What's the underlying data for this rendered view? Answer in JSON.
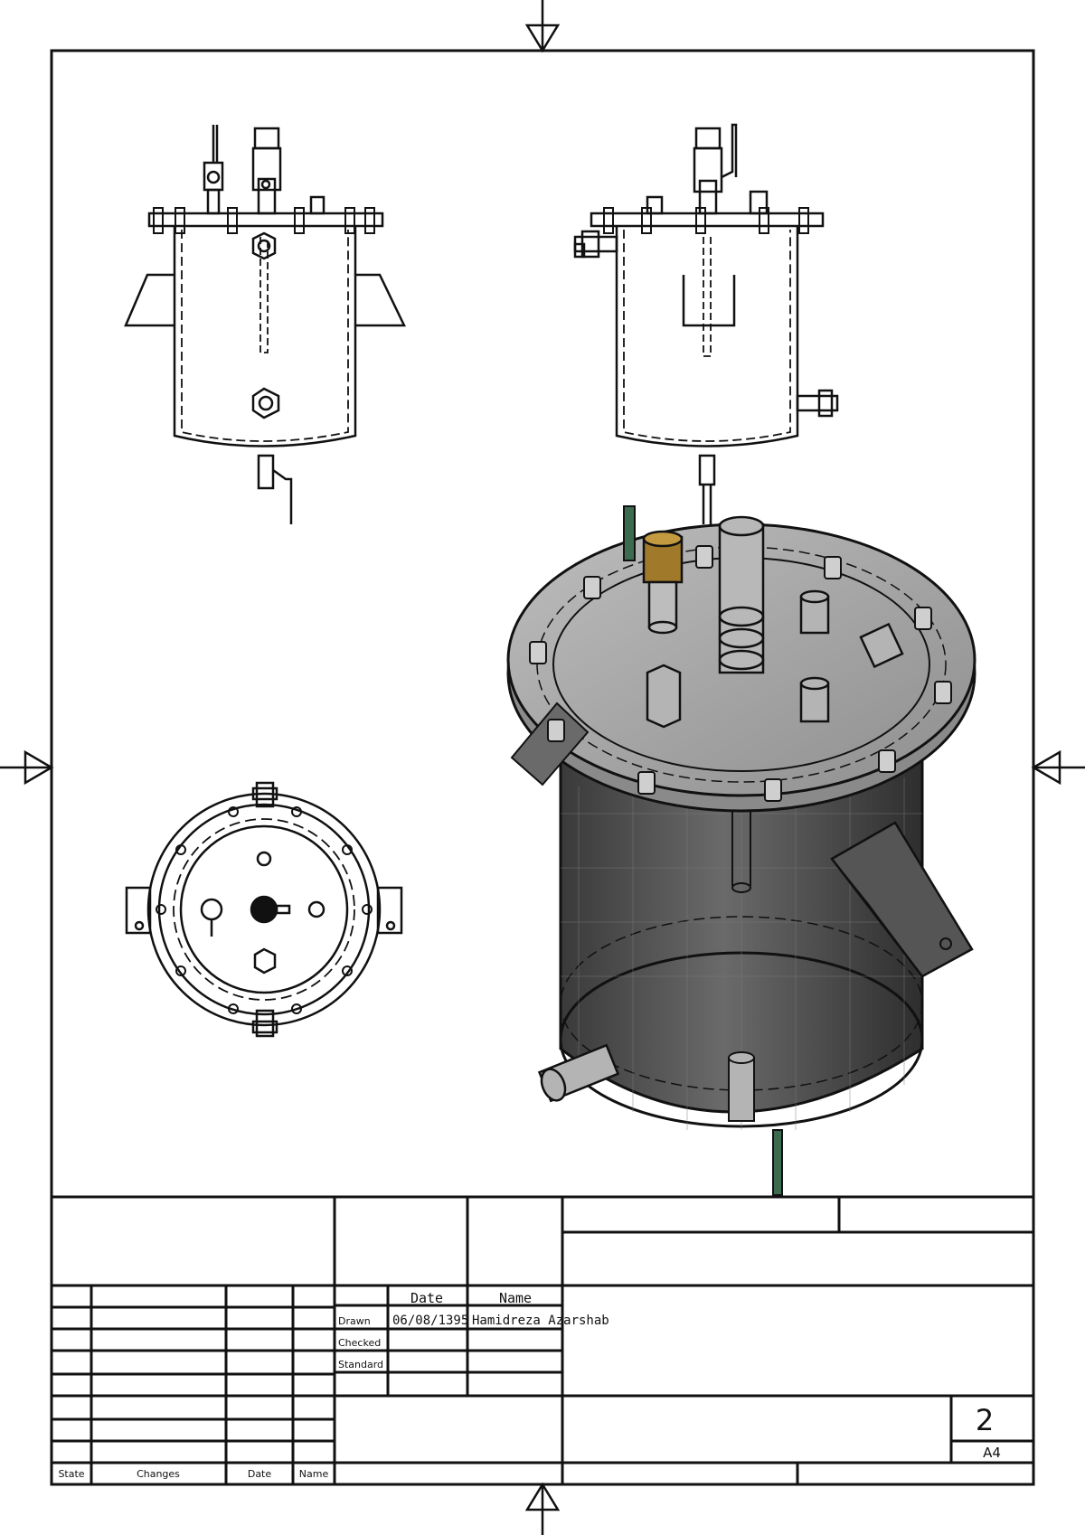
{
  "title_block": {
    "col_date": "Date",
    "col_name": "Name",
    "row_drawn": "Drawn",
    "row_checked": "Checked",
    "row_standard": "Standard",
    "drawn_date": "06/08/1395",
    "drawn_name": "Hamidreza Azarshab",
    "rev_state": "State",
    "rev_changes": "Changes",
    "rev_date": "Date",
    "rev_name": "Name",
    "sheet_number": "2",
    "sheet_size": "A4"
  },
  "colors": {
    "line": "#111111",
    "tank_fill": "#4a4a4a",
    "lid_fill": "#a6a6a6",
    "valve_brass": "#a07a2a",
    "handle_green": "#3d6b4f"
  }
}
